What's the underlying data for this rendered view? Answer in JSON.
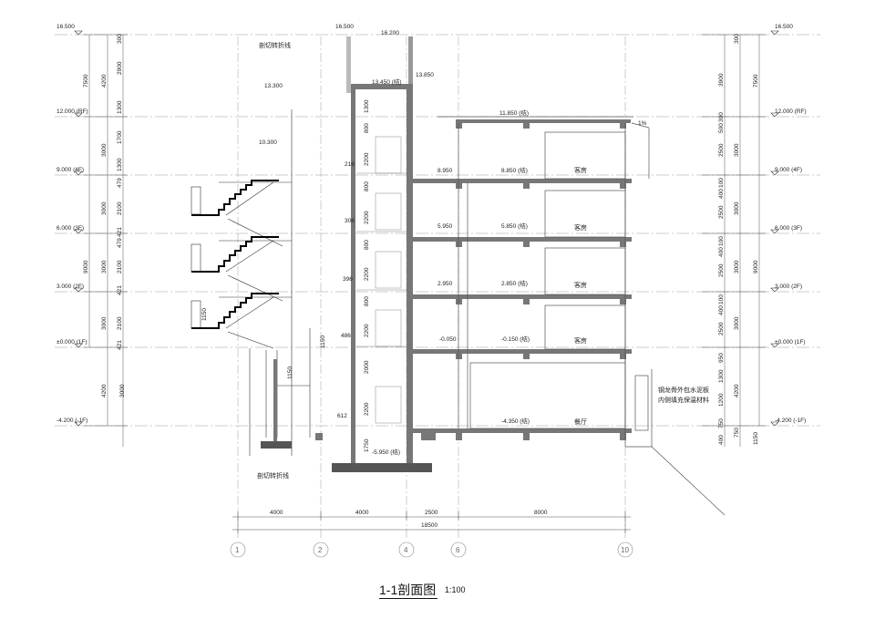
{
  "title": "1-1剖面图",
  "scale": "1:100",
  "levels_left": [
    "16.500",
    "12.000 (RF)",
    "9.000 (4F)",
    "6.000 (3F)",
    "3.000 (2F)",
    "±0.000 (1F)",
    "-4.200 (-1F)"
  ],
  "levels_right": [
    "16.500",
    "12.000 (RF)",
    "9.000 (4F)",
    "6.000 (3F)",
    "3.000 (2F)",
    "±0.000 (1F)",
    "-4.200 (-1F)"
  ],
  "left_dims_inner": [
    "300",
    "2900",
    "1300",
    "1700",
    "1300",
    "2100",
    "479",
    "421",
    "2100",
    "479",
    "421",
    "2100",
    "421",
    "3000"
  ],
  "left_dims_mid": [
    "4200",
    "3000",
    "3000",
    "3000",
    "3000",
    "4200"
  ],
  "left_dims_outer": [
    "7500",
    "9000"
  ],
  "right_dims_inner": [
    "300",
    "3900",
    "300",
    "500",
    "2500",
    "100",
    "400",
    "2500",
    "100",
    "400",
    "2500",
    "100",
    "400",
    "2500",
    "950",
    "1300",
    "1200",
    "750",
    "400",
    "750"
  ],
  "right_dims_mid": [
    "3000",
    "3000",
    "3000",
    "3000",
    "4200",
    "1150"
  ],
  "right_dims_outer": [
    "7500",
    "9000"
  ],
  "section_labels": [
    "剖切转折线",
    "剖切转折线"
  ],
  "elevations": [
    "16.500",
    "16.200",
    "13.850",
    "13.450 (结)",
    "13.300",
    "11.850 (结)",
    "10.300",
    "8.950",
    "8.850 (结)",
    "5.950",
    "5.850 (结)",
    "2.950",
    "2.850 (结)",
    "-0.050",
    "-0.150 (结)",
    "-4.350 (结)",
    "-5.950 (结)"
  ],
  "small_dims": [
    "216",
    "306",
    "396",
    "486",
    "612",
    "1150",
    "1150",
    "1150",
    "800",
    "2200",
    "800",
    "2200",
    "800",
    "2200",
    "800",
    "2200",
    "2000",
    "2200",
    "1750",
    "1300",
    "1%"
  ],
  "rooms": [
    "客房",
    "客房",
    "客房",
    "客房",
    "餐厅"
  ],
  "note": [
    "钢龙骨外包水泥板",
    "内侧填充保温材料"
  ],
  "bottom_dims": [
    "4000",
    "4000",
    "2500",
    "8000"
  ],
  "total_dim": "18500",
  "grid_axes": [
    "1",
    "2",
    "4",
    "6",
    "10"
  ]
}
